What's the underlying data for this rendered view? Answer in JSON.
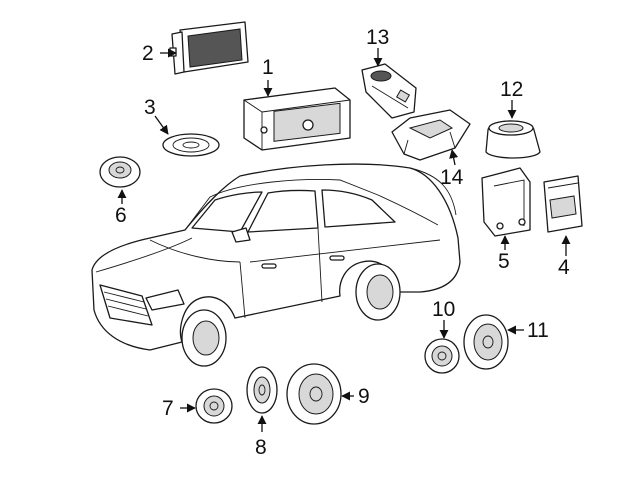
{
  "callouts": [
    {
      "id": "c1",
      "label": "1"
    },
    {
      "id": "c2",
      "label": "2"
    },
    {
      "id": "c3",
      "label": "3"
    },
    {
      "id": "c4",
      "label": "4"
    },
    {
      "id": "c5",
      "label": "5"
    },
    {
      "id": "c6",
      "label": "6"
    },
    {
      "id": "c7",
      "label": "7"
    },
    {
      "id": "c8",
      "label": "8"
    },
    {
      "id": "c9",
      "label": "9"
    },
    {
      "id": "c10",
      "label": "10"
    },
    {
      "id": "c11",
      "label": "11"
    },
    {
      "id": "c12",
      "label": "12"
    },
    {
      "id": "c13",
      "label": "13"
    },
    {
      "id": "c14",
      "label": "14"
    }
  ]
}
